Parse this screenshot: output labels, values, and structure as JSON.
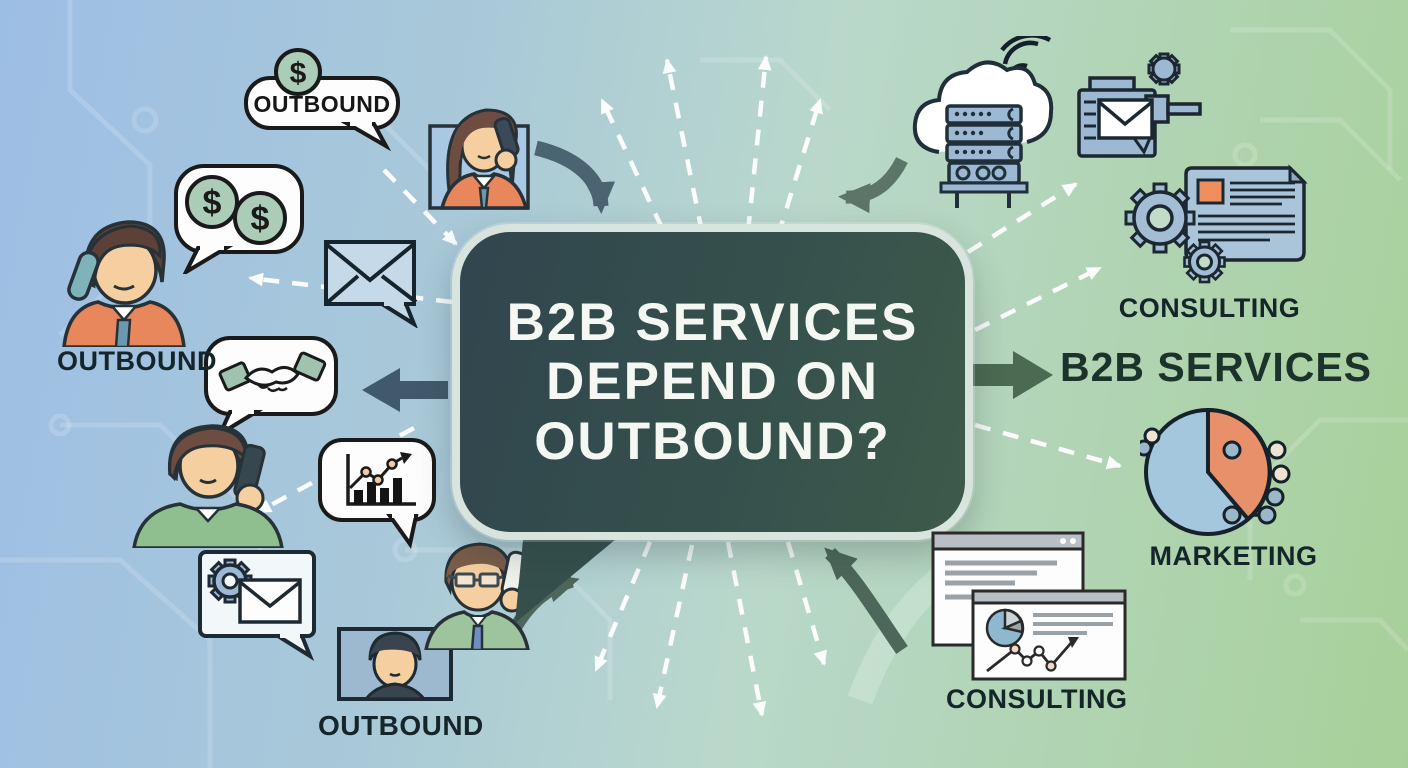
{
  "center_bubble": {
    "line1": "B2B SERVICES",
    "line2": "DEPEND ON",
    "line3": "OUTBOUND?"
  },
  "labels": {
    "outbound_top": "OUTBOUND",
    "outbound_left": "OUTBOUND",
    "outbound_bottom": "OUTBOUND",
    "consulting_right": "CONSULTING",
    "b2b_services_right": "B2B SERVICES",
    "marketing_right": "MARKETING",
    "consulting_bottom": "CONSULTING",
    "dollar": "$"
  },
  "icons": [
    "dollar-coin",
    "money-chat-bubble",
    "outbound-chat-bubble",
    "call-agent-headset",
    "envelope-message-bubble",
    "handshake-deal-bubble",
    "mobile-caller",
    "growth-chart-bubble",
    "gear-mail-bubble",
    "portrait-frame-caller",
    "video-frame-caller",
    "glasses-caller",
    "cloud-server-stack",
    "mail-printer",
    "gears-document",
    "pie-chart-network",
    "analytics-windows"
  ],
  "colors": {
    "bg_left": "#9dbee4",
    "bg_right": "#a7d099",
    "bubble_dark_left": "#31454e",
    "bubble_dark_right": "#3d5a4b",
    "bubble_text": "#f5f7f2",
    "label_text": "#15262b",
    "accent_orange": "#e8875c",
    "accent_green": "#8fbe8f",
    "coin_green": "#abcdb8",
    "icon_blue": "#a3bdd4",
    "arrow_slate": "#4a6472",
    "arrow_green": "#4d675a",
    "dashed_arrow": "#ffffff"
  }
}
